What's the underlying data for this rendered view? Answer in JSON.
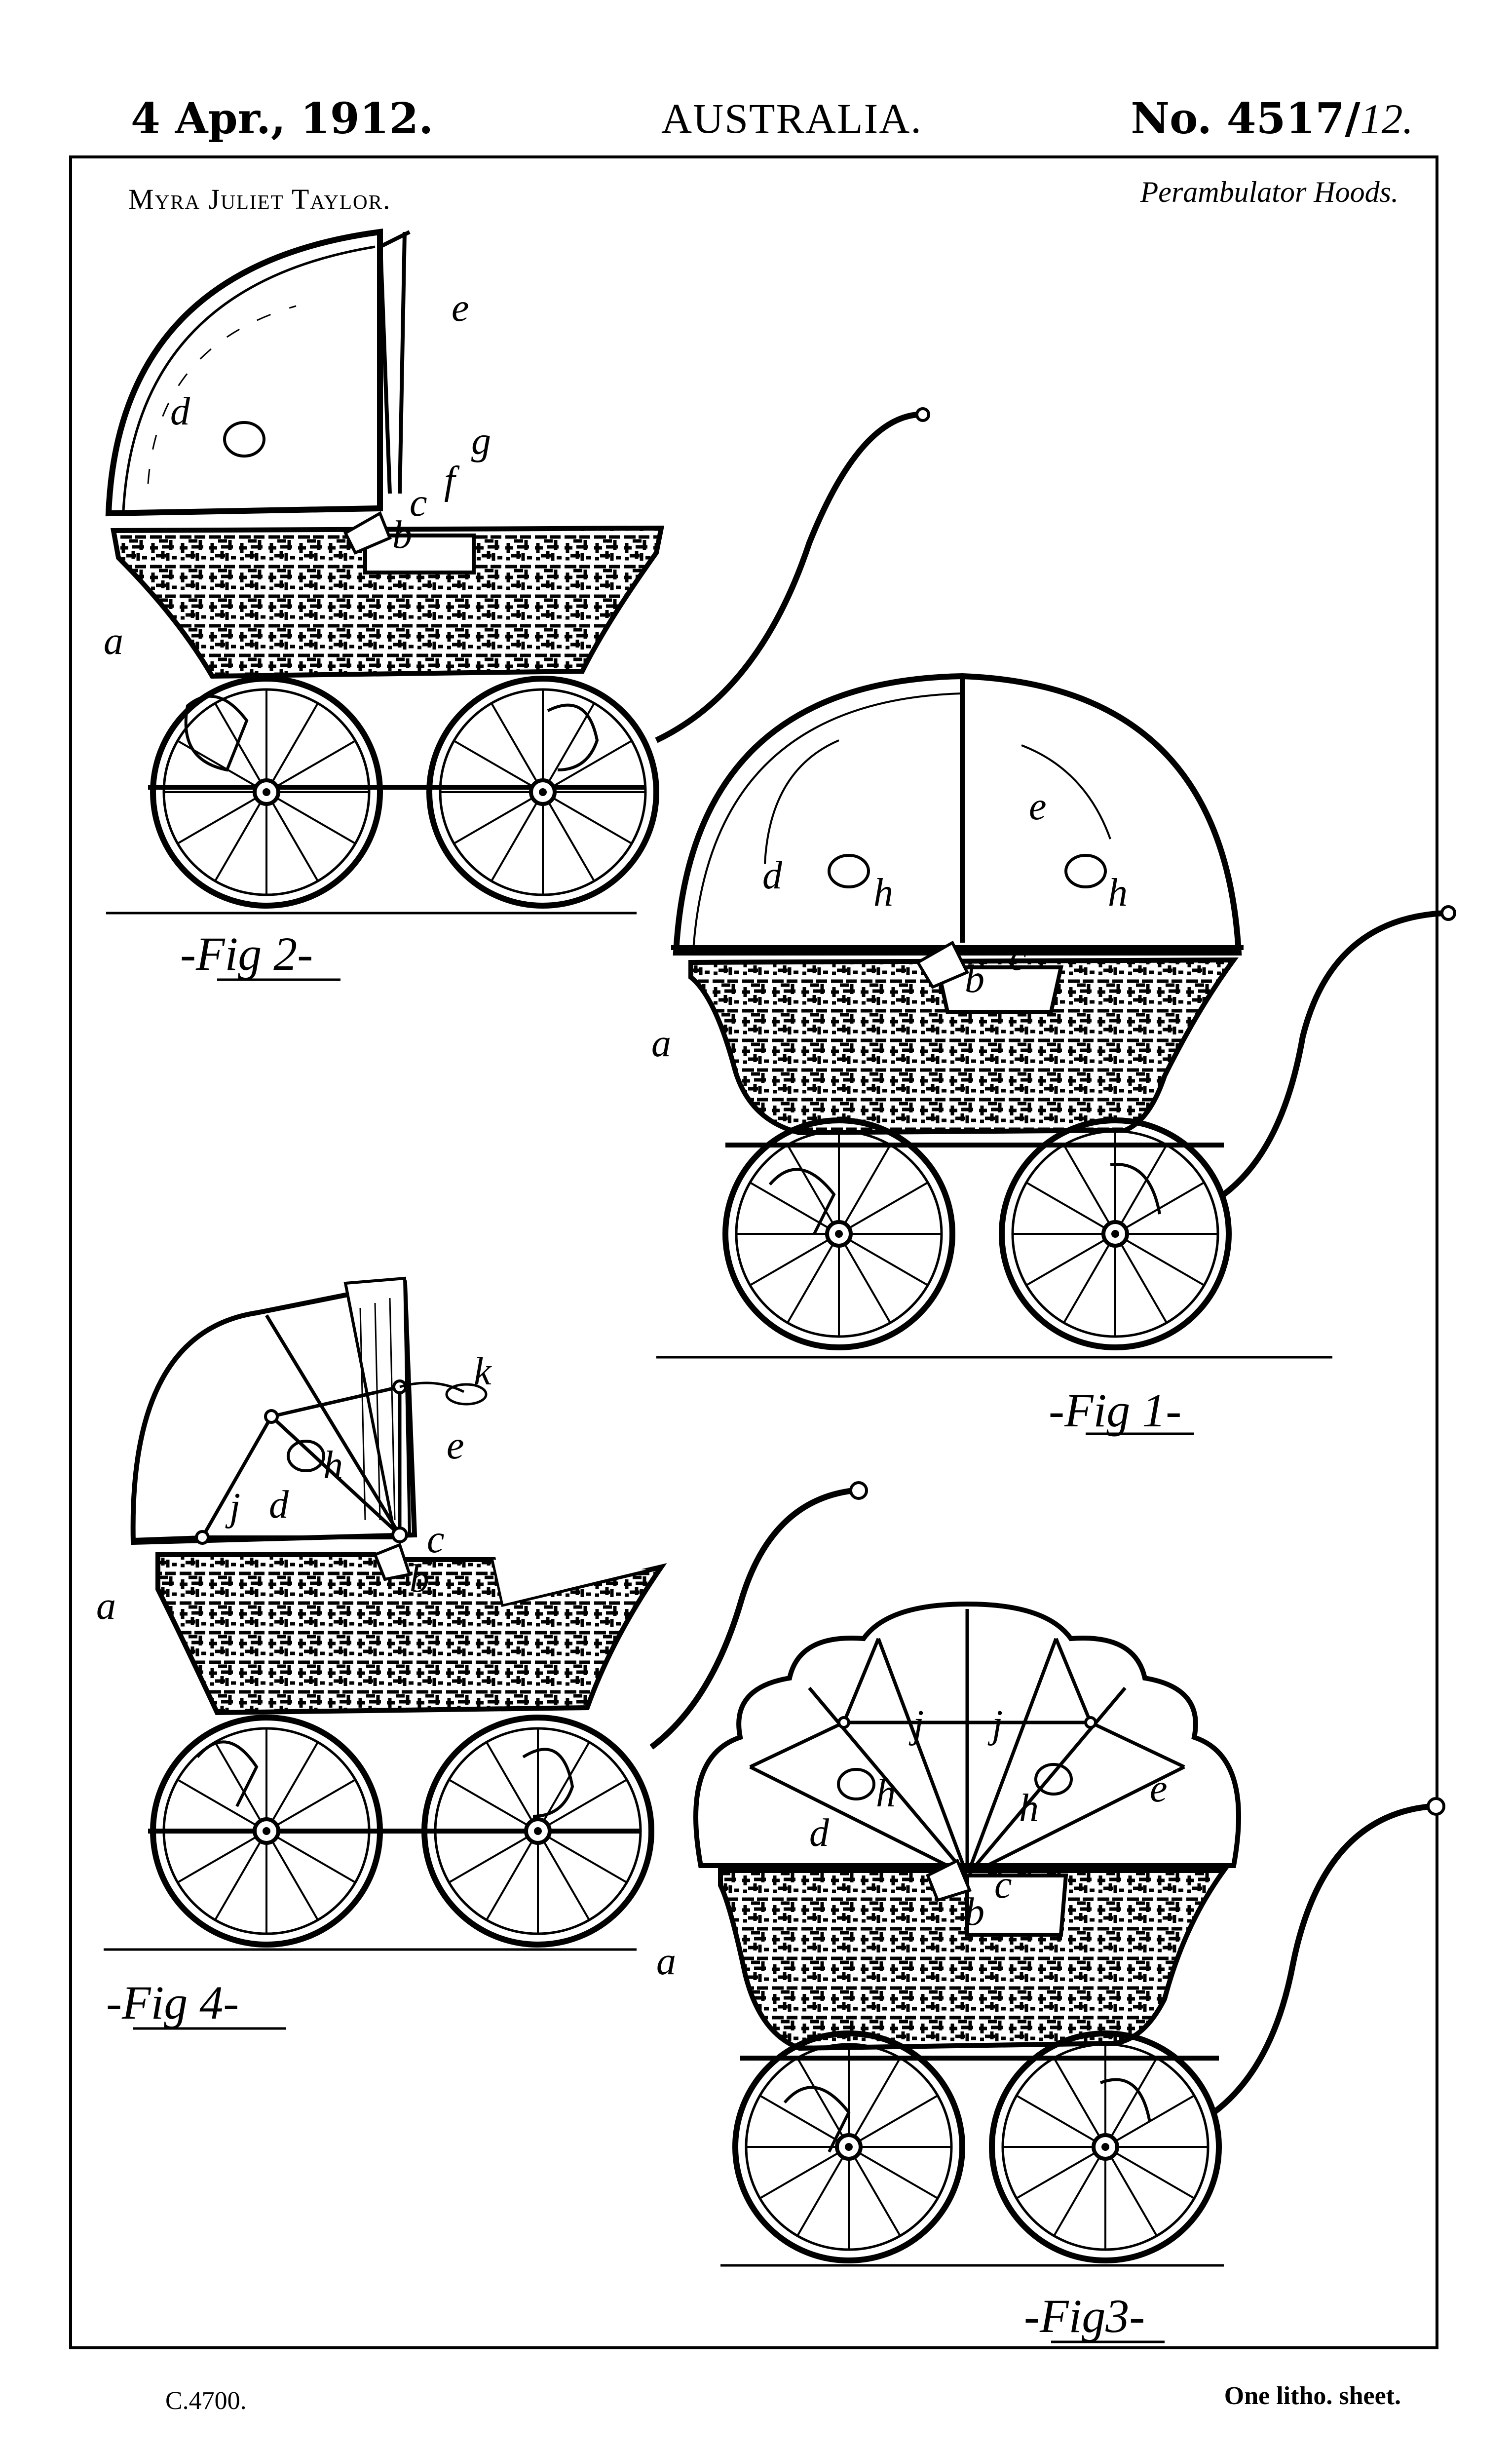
{
  "header": {
    "date": "4 Apr., 1912.",
    "country": "AUSTRALIA.",
    "number": "No. 4517/",
    "number_suffix": "12."
  },
  "inventor": "Myra Juliet Taylor.",
  "subject": "Perambulator Hoods.",
  "figures": [
    {
      "caption": "-Fig 2-",
      "labels": [
        "a",
        "b",
        "c",
        "d",
        "e",
        "f",
        "g"
      ]
    },
    {
      "caption": "-Fig 1-",
      "labels": [
        "a",
        "b",
        "c",
        "d",
        "e",
        "h",
        "h"
      ]
    },
    {
      "caption": "-Fig 4-",
      "labels": [
        "a",
        "b",
        "c",
        "d",
        "e",
        "h",
        "j",
        "k"
      ]
    },
    {
      "caption": "-Fig3-",
      "labels": [
        "a",
        "b",
        "c",
        "d",
        "e",
        "h",
        "h",
        "j",
        "j"
      ]
    }
  ],
  "footer": {
    "left": "C.4700.",
    "right": "One litho. sheet."
  }
}
